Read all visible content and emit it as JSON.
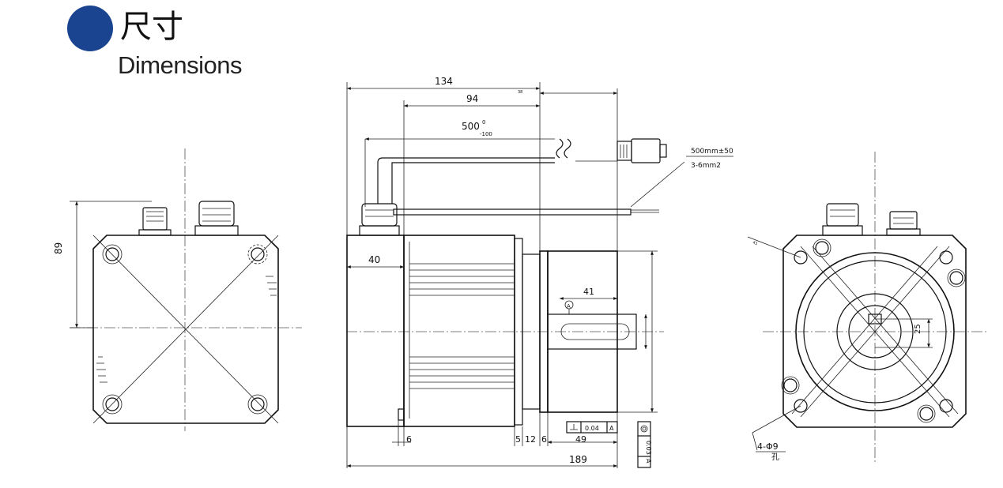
{
  "header": {
    "title_cn": "尺寸",
    "title_en": "Dimensions",
    "accent_color": "#1a4490"
  },
  "dimensions": {
    "left_height": "89",
    "total_134": "134",
    "body_94": "94",
    "cable_500": "500",
    "cable_500_upper_tol": "0",
    "cable_500_lower_tol": "-100",
    "cable_spec": "500mm±50",
    "wire_spec": "3-6mm2",
    "front_40": "40",
    "shaft_41": "41",
    "left_6": "6",
    "flange_5": "5",
    "flange_12": "12",
    "flange_6": "6",
    "shaft_49": "49",
    "overall_189": "189",
    "key_25": "25",
    "holes": "4-Φ9",
    "holes_cn": "孔",
    "datum": "A",
    "tol_perp": "0.04",
    "tol_runout": "0.03",
    "small_38": "38"
  }
}
